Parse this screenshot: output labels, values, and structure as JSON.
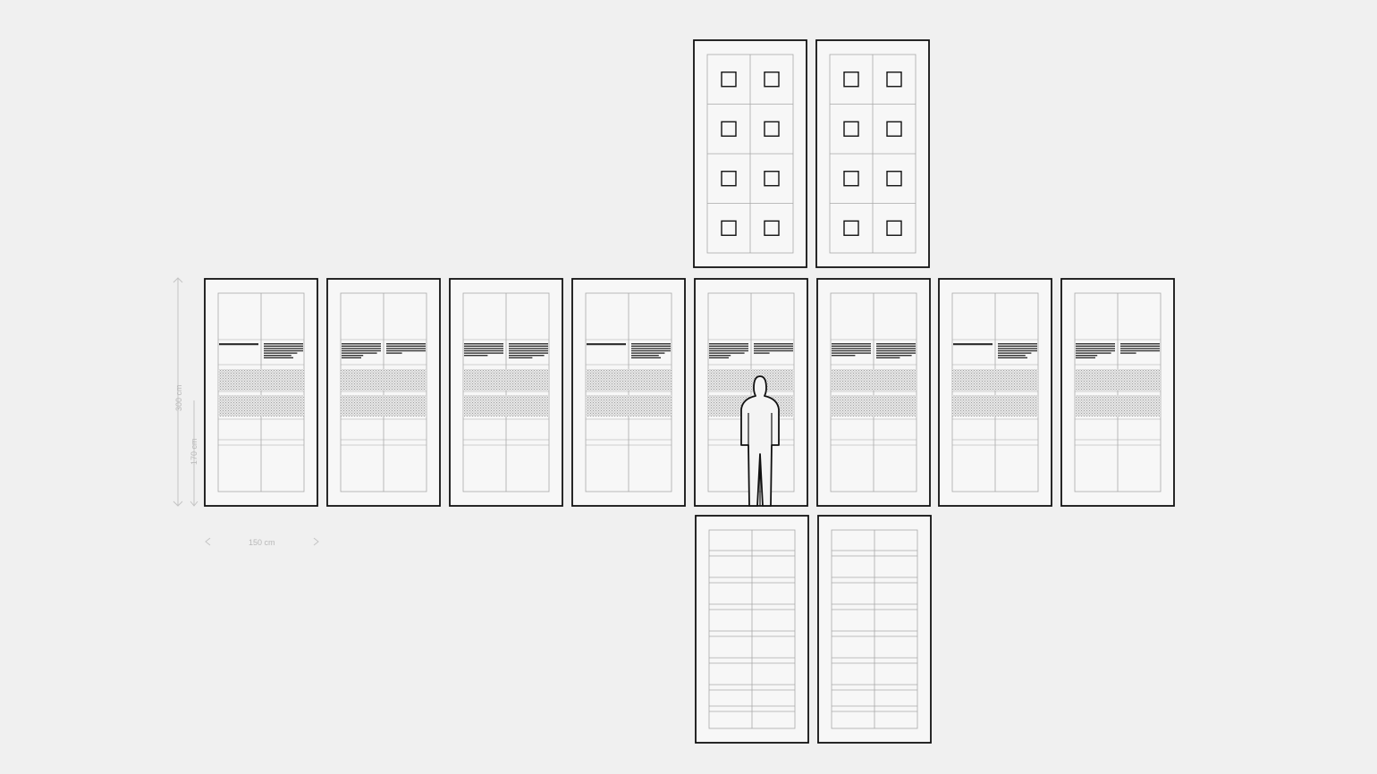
{
  "dimensions": {
    "total_height": "300 cm",
    "lower_height": "170 cm",
    "panel_width": "150 cm"
  },
  "panels": {
    "top": [
      {
        "id": "top-1",
        "kind": "squares"
      },
      {
        "id": "top-2",
        "kind": "squares"
      }
    ],
    "middle": [
      {
        "id": "mid-1",
        "kind": "text",
        "variant": "a"
      },
      {
        "id": "mid-2",
        "kind": "text",
        "variant": "b"
      },
      {
        "id": "mid-3",
        "kind": "text",
        "variant": "c"
      },
      {
        "id": "mid-4",
        "kind": "text",
        "variant": "a"
      },
      {
        "id": "mid-5",
        "kind": "text",
        "variant": "b",
        "has_figure": true
      },
      {
        "id": "mid-6",
        "kind": "text",
        "variant": "c"
      },
      {
        "id": "mid-7",
        "kind": "text",
        "variant": "a"
      },
      {
        "id": "mid-8",
        "kind": "text",
        "variant": "b"
      }
    ],
    "bottom": [
      {
        "id": "bot-1",
        "kind": "lines"
      },
      {
        "id": "bot-2",
        "kind": "lines"
      }
    ]
  },
  "colors": {
    "background": "#f0f0f0",
    "frame": "#111111",
    "grid": "#a8a8a8",
    "text_bar": "#333333",
    "stipple": "#b5b5b5",
    "dimension": "#b8b8b8"
  }
}
